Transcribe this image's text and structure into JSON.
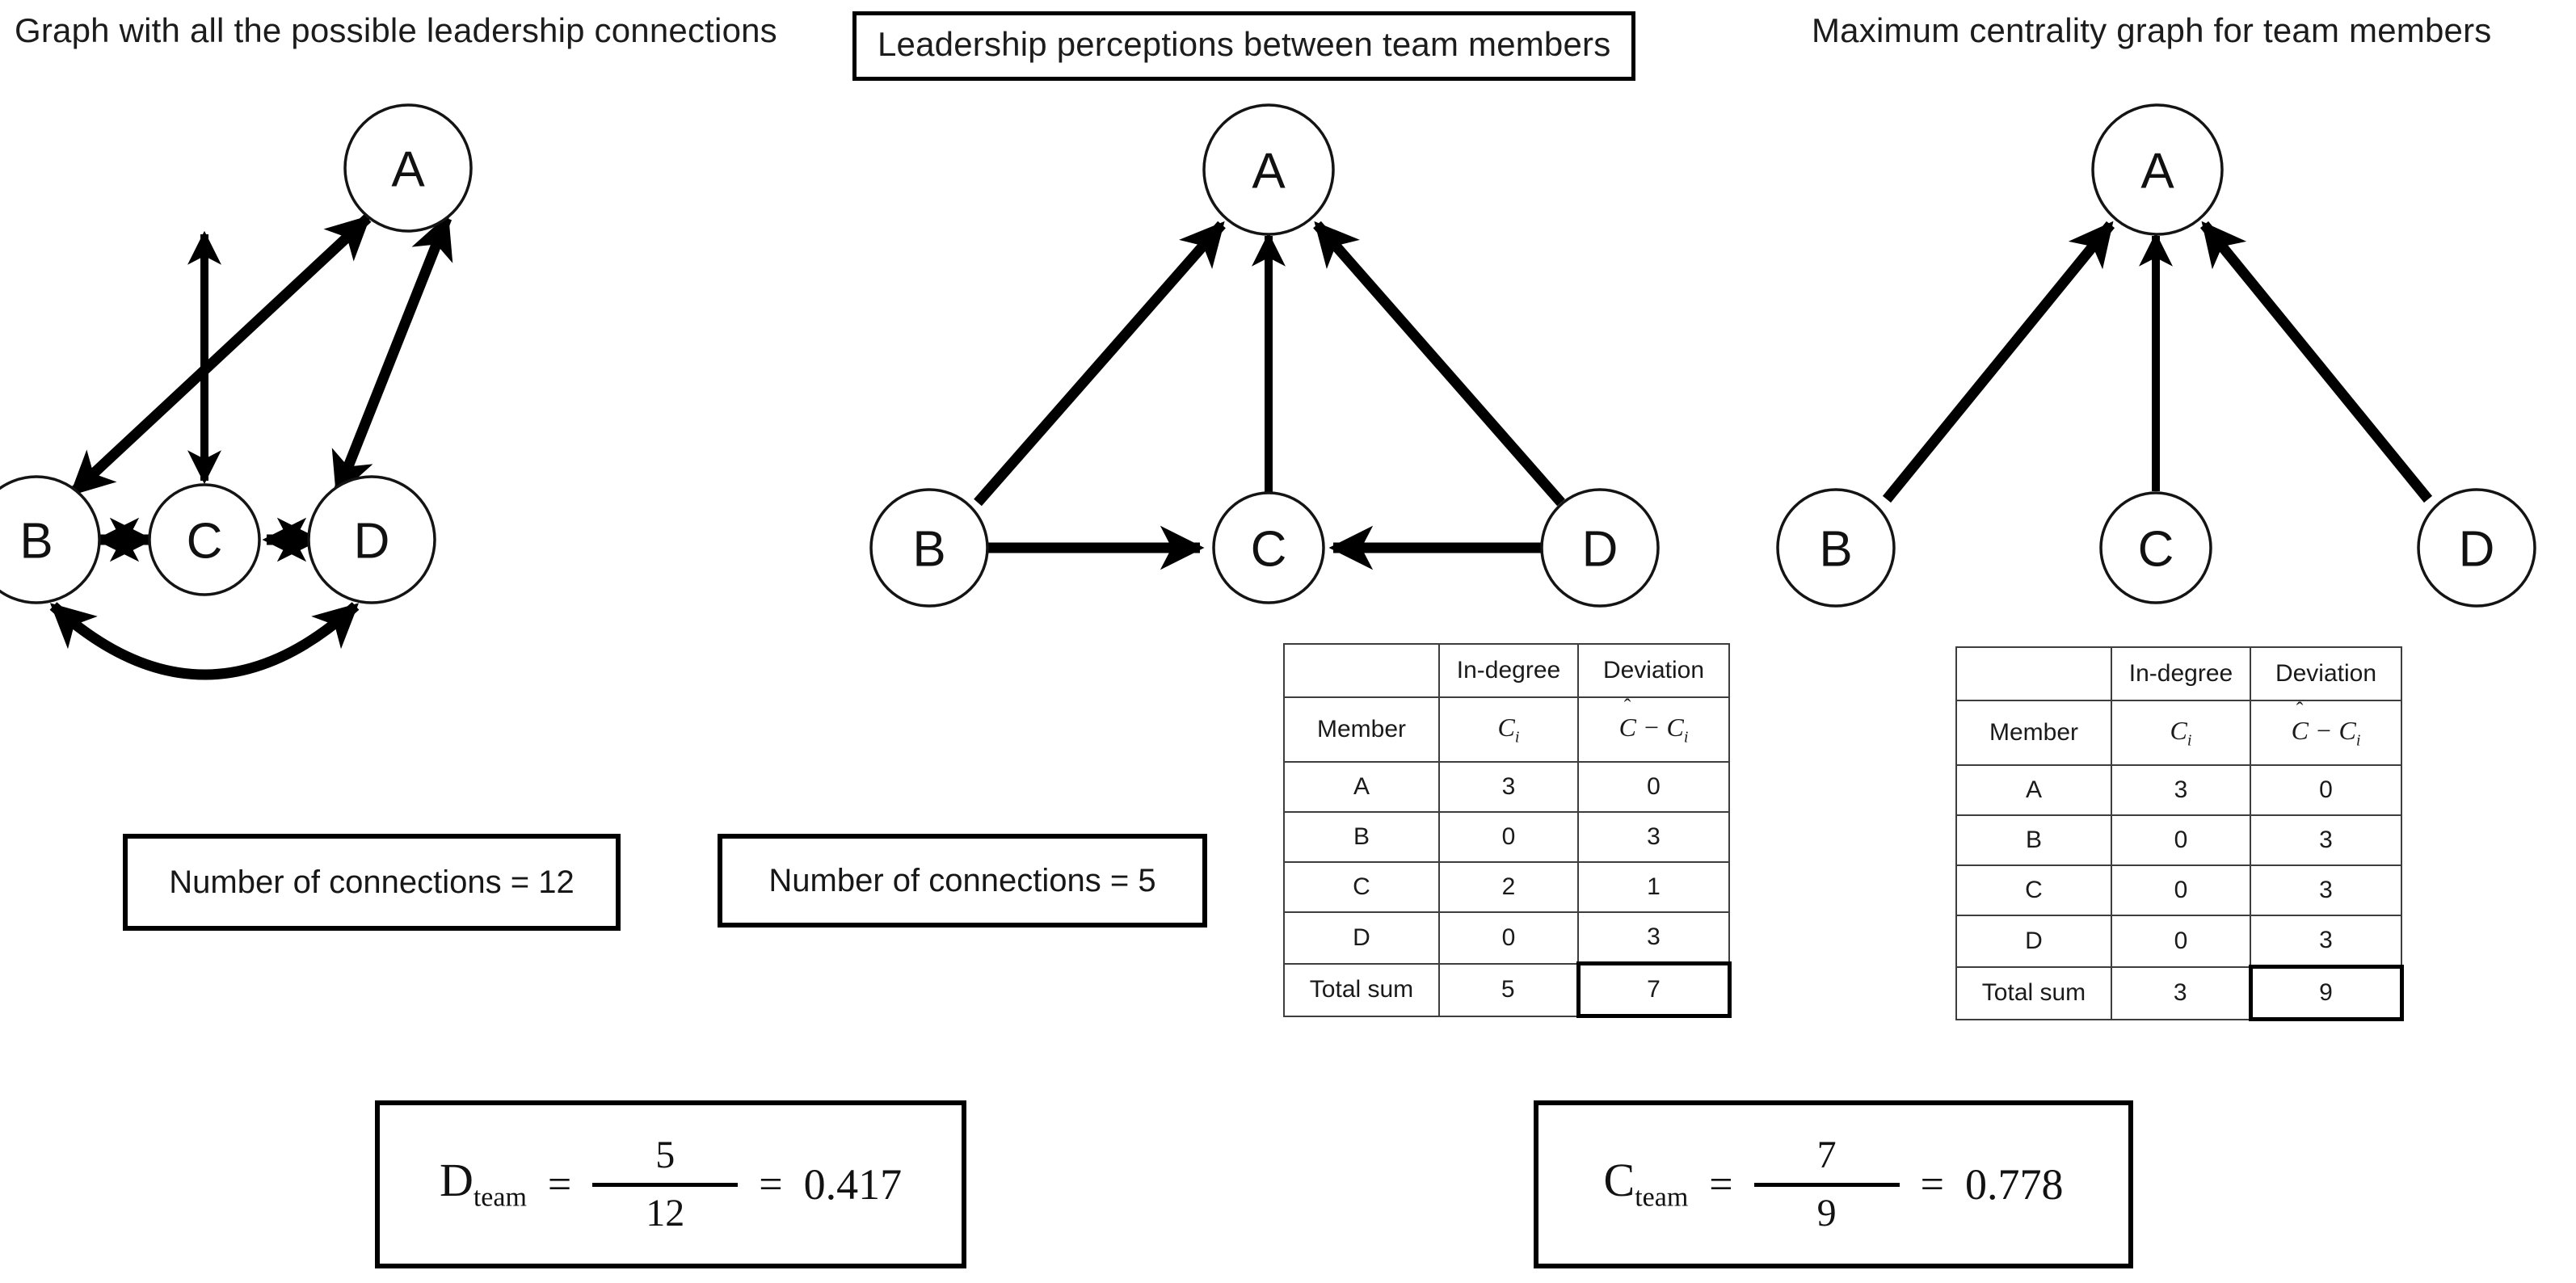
{
  "panels": [
    {
      "id": "all-possible",
      "title": "Graph with all the possible leadership connections",
      "title_boxed": false,
      "connections_label": "Number of connections = 12"
    },
    {
      "id": "perceptions",
      "title": "Leadership perceptions between team members",
      "title_boxed": true,
      "connections_label": "Number of connections = 5"
    },
    {
      "id": "max-centrality",
      "title": "Maximum centrality graph for team members",
      "title_boxed": false
    }
  ],
  "graphs": {
    "all_possible": {
      "nodes": [
        "A",
        "B",
        "C",
        "D"
      ],
      "edges": [
        {
          "from": "A",
          "to": "B",
          "directed": "both"
        },
        {
          "from": "A",
          "to": "C",
          "directed": "both"
        },
        {
          "from": "A",
          "to": "D",
          "directed": "both"
        },
        {
          "from": "B",
          "to": "C",
          "directed": "both"
        },
        {
          "from": "C",
          "to": "D",
          "directed": "both"
        },
        {
          "from": "B",
          "to": "D",
          "directed": "both",
          "curved": true
        }
      ],
      "edge_count": 12
    },
    "perceptions": {
      "nodes": [
        "A",
        "B",
        "C",
        "D"
      ],
      "edges": [
        {
          "from": "B",
          "to": "A",
          "directed": "single"
        },
        {
          "from": "C",
          "to": "A",
          "directed": "single"
        },
        {
          "from": "D",
          "to": "A",
          "directed": "single"
        },
        {
          "from": "B",
          "to": "C",
          "directed": "single"
        },
        {
          "from": "D",
          "to": "C",
          "directed": "single"
        }
      ],
      "edge_count": 5
    },
    "max_centrality": {
      "nodes": [
        "A",
        "B",
        "C",
        "D"
      ],
      "edges": [
        {
          "from": "B",
          "to": "A",
          "directed": "single"
        },
        {
          "from": "C",
          "to": "A",
          "directed": "single"
        },
        {
          "from": "D",
          "to": "A",
          "directed": "single"
        }
      ],
      "edge_count": 3
    }
  },
  "tables": {
    "perceptions": {
      "group_headers": {
        "blank": "",
        "indegree": "In-degree",
        "deviation": "Deviation"
      },
      "sub_headers": {
        "member": "Member",
        "ci": "C",
        "ci_sub": "i",
        "dev_hat": "C",
        "dev_minus": "−",
        "dev_c": "C",
        "dev_sub": "i"
      },
      "rows": [
        {
          "member": "A",
          "indegree": "3",
          "deviation": "0"
        },
        {
          "member": "B",
          "indegree": "0",
          "deviation": "3"
        },
        {
          "member": "C",
          "indegree": "2",
          "deviation": "1"
        },
        {
          "member": "D",
          "indegree": "0",
          "deviation": "3"
        }
      ],
      "total": {
        "label": "Total sum",
        "indegree": "5",
        "deviation": "7",
        "deviation_boxed": true
      }
    },
    "max_centrality": {
      "group_headers": {
        "blank": "",
        "indegree": "In-degree",
        "deviation": "Deviation"
      },
      "sub_headers": {
        "member": "Member",
        "ci": "C",
        "ci_sub": "i",
        "dev_hat": "C",
        "dev_minus": "−",
        "dev_c": "C",
        "dev_sub": "i"
      },
      "rows": [
        {
          "member": "A",
          "indegree": "3",
          "deviation": "0"
        },
        {
          "member": "B",
          "indegree": "0",
          "deviation": "3"
        },
        {
          "member": "C",
          "indegree": "0",
          "deviation": "3"
        },
        {
          "member": "D",
          "indegree": "0",
          "deviation": "3"
        }
      ],
      "total": {
        "label": "Total sum",
        "indegree": "3",
        "deviation": "9",
        "deviation_boxed": true
      }
    }
  },
  "formulas": {
    "density": {
      "symbol": "D",
      "subscript": "team",
      "eq1": "=",
      "numerator": "5",
      "denominator": "12",
      "eq2": "=",
      "value": "0.417"
    },
    "centralization": {
      "symbol": "C",
      "subscript": "team",
      "eq1": "=",
      "numerator": "7",
      "denominator": "9",
      "eq2": "=",
      "value": "0.778"
    }
  },
  "colors": {
    "ink": "#000000",
    "node_stroke": "#141414",
    "table_border": "#3d3d3d",
    "background": "#ffffff"
  }
}
